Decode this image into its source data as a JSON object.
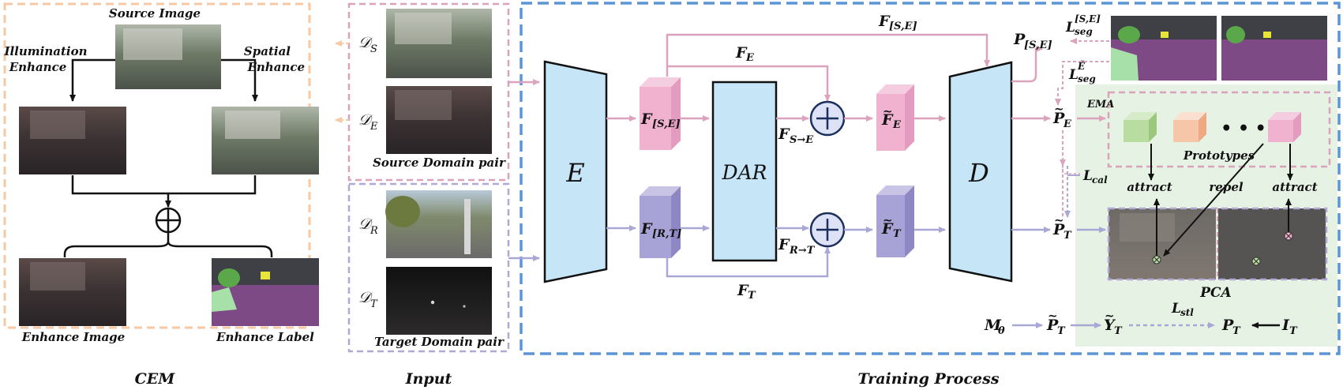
{
  "sections": {
    "cem": "CEM",
    "input": "Input",
    "training": "Training Process"
  },
  "cem": {
    "source_image": "Source Image",
    "illumination_1": "Illumination",
    "illumination_2": "Enhance",
    "spatial_1": "Spatial",
    "spatial_2": "Enhance",
    "enhance_image": "Enhance Image",
    "enhance_label": "Enhance Label"
  },
  "input": {
    "source_pair": "Source Domain pair",
    "target_pair": "Target Domain pair"
  },
  "modules": {
    "encoder": "E",
    "dar": "DAR",
    "decoder": "D"
  },
  "pca": {
    "label": "PCA",
    "prototypes": "Prototypes",
    "attract": "attract",
    "repel": "repel",
    "ema": "EMA",
    "dots": "• • •"
  },
  "colors": {
    "cem_border": "#f6c9a3",
    "input_source_border": "#d9a3bc",
    "input_target_border": "#b2a8d6",
    "training_border": "#5b95d6",
    "module_fill": "#c6e5f7",
    "source_flow": "#dba3bd",
    "target_flow": "#a9a7d6",
    "pca_bg": "#e6f2e3",
    "feat_pink": "#f0b2cf",
    "feat_purple": "#a8a3d6",
    "proto_green": "#b9dca0",
    "proto_orange": "#f6c6a8",
    "proto_pink": "#f0b2cf"
  }
}
